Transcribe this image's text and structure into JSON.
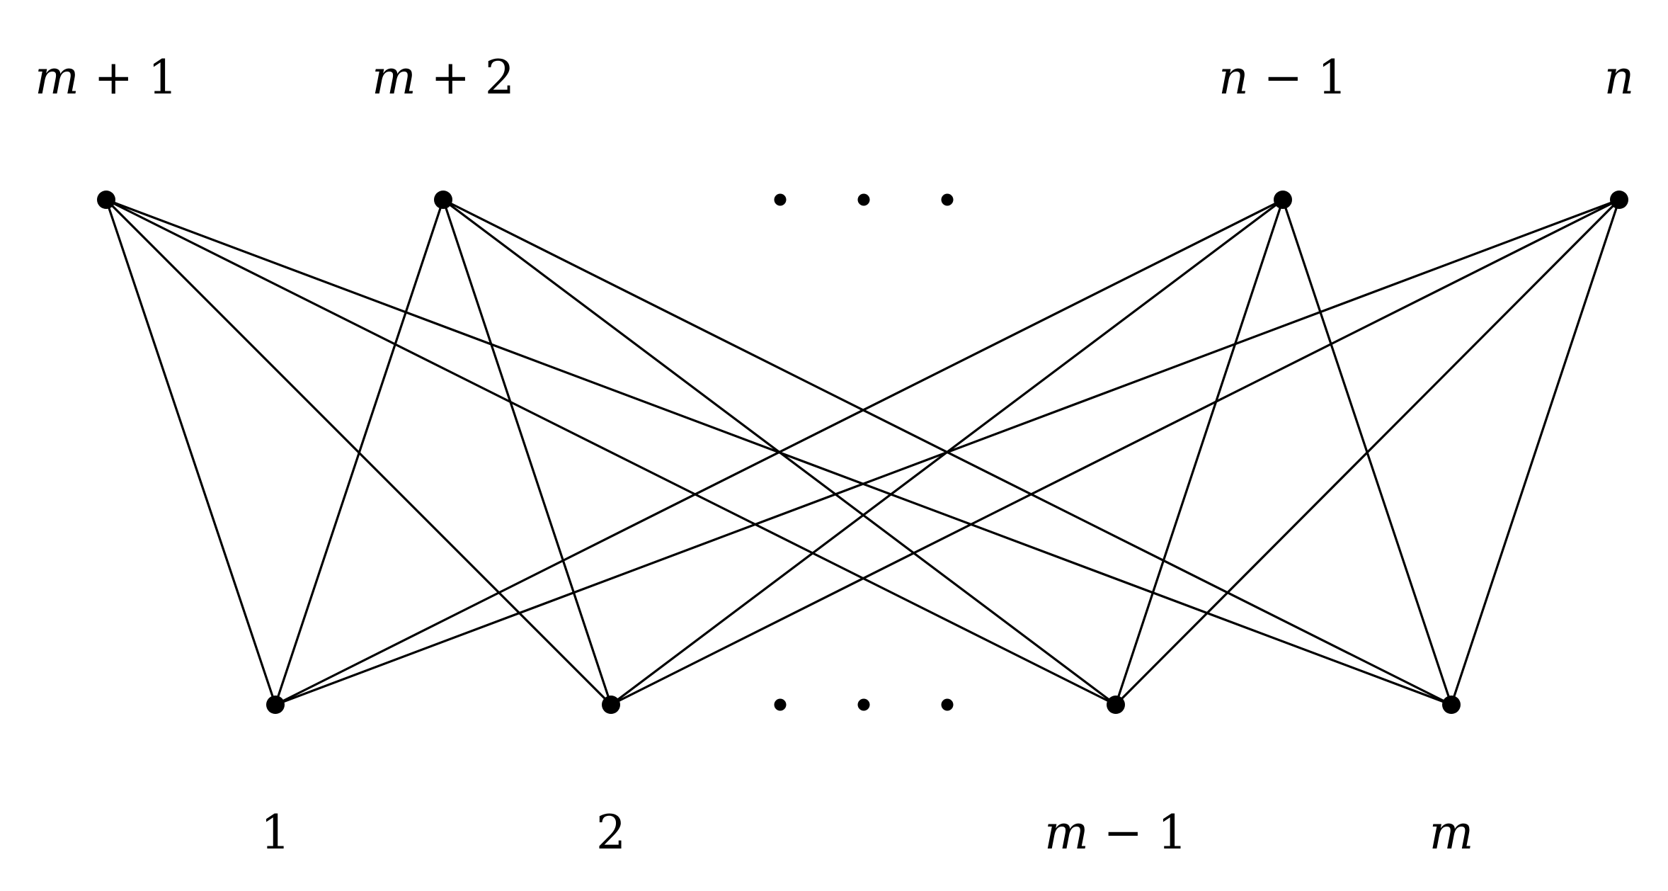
{
  "graph": {
    "edge_color": "#000000",
    "top_vertices": [
      {
        "id": "t1",
        "label": [
          {
            "t": "m",
            "it": true
          },
          {
            "t": " + 1",
            "it": false
          }
        ]
      },
      {
        "id": "t2",
        "label": [
          {
            "t": "m",
            "it": true
          },
          {
            "t": " + 2",
            "it": false
          }
        ]
      },
      {
        "id": "t3",
        "label": [
          {
            "t": "n",
            "it": true
          },
          {
            "t": " − 1",
            "it": false
          }
        ]
      },
      {
        "id": "t4",
        "label": [
          {
            "t": "n",
            "it": true
          }
        ]
      }
    ],
    "bottom_vertices": [
      {
        "id": "b1",
        "label": [
          {
            "t": "1",
            "it": false
          }
        ]
      },
      {
        "id": "b2",
        "label": [
          {
            "t": "2",
            "it": false
          }
        ]
      },
      {
        "id": "b3",
        "label": [
          {
            "t": "m",
            "it": true
          },
          {
            "t": " − 1",
            "it": false
          }
        ]
      },
      {
        "id": "b4",
        "label": [
          {
            "t": "m",
            "it": true
          }
        ]
      }
    ],
    "edges": "complete-bipartite"
  }
}
